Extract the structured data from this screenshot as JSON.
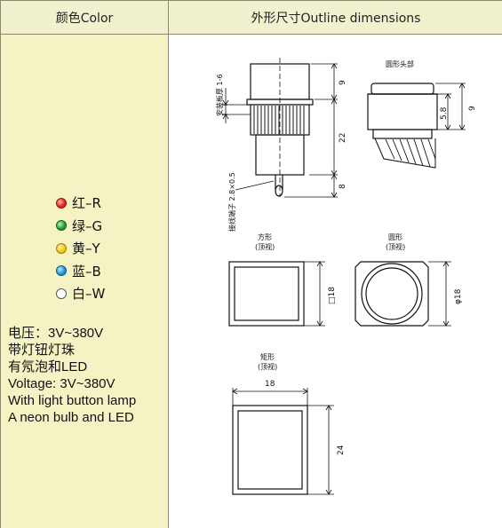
{
  "header": {
    "color_title": "颜色Color",
    "dimensions_title": "外形尺寸Outline dimensions"
  },
  "colors": [
    {
      "dot": "red",
      "label": "红–R",
      "hex": "#d8241c"
    },
    {
      "dot": "green",
      "label": "绿–G",
      "hex": "#1f9a2e"
    },
    {
      "dot": "yellow",
      "label": "黄–Y",
      "hex": "#f1c40f"
    },
    {
      "dot": "blue",
      "label": "蓝–B",
      "hex": "#1b8fd6"
    },
    {
      "dot": "white",
      "label": "白–W",
      "hex": "#ffffff"
    }
  ],
  "description": {
    "line1": "电压：3V~380V",
    "line2": "带灯钮灯珠",
    "line3": "有氖泡和LED",
    "line4": "Voltage: 3V~380V",
    "line5": "With light button lamp",
    "line6": "A neon bulb and LED"
  },
  "drawing": {
    "side_label_mount": "安装板厚 1-6",
    "side_label_terminal": "接线端子 2.8×0.5",
    "dim_9": "9",
    "dim_22": "22",
    "dim_8": "8",
    "round_head_title": "圆形头部",
    "dim_58": "5.8",
    "dim_9b": "9",
    "square_title": "方形",
    "square_sub": "(顶视)",
    "square_dim": "□18",
    "round_title": "圆形",
    "round_sub": "(顶视)",
    "round_dim": "φ18",
    "rect_title": "矩形",
    "rect_sub": "(顶视)",
    "rect_w": "18",
    "rect_h": "24"
  },
  "theme": {
    "header_bg": "#f2f1cf",
    "left_bg": "#f5f3c4",
    "border": "#8a8a6a"
  }
}
